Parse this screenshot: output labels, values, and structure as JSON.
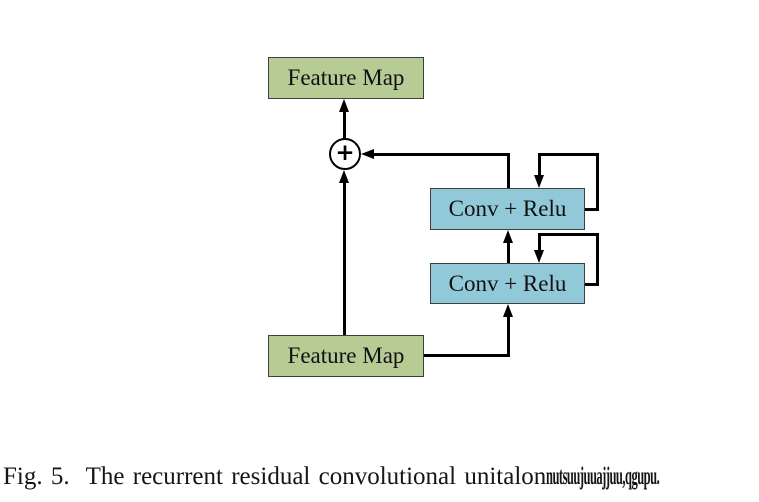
{
  "figure": {
    "caption_prefix": "Fig. 5.  The recurrent residual convolutional unitalon",
    "caption_garbled": "nutsuujuuajjuu,qgupu."
  },
  "diagram": {
    "top_feature_map_label": "Feature Map",
    "bottom_feature_map_label": "Feature Map",
    "conv_relu_top_label": "Conv + Relu",
    "conv_relu_bottom_label": "Conv + Relu",
    "sum_node_symbol": "+"
  },
  "colors": {
    "box-green": "#b7cb95",
    "box-blue": "#92c9d9",
    "border": "#3f3f3f",
    "line": "#000000"
  }
}
